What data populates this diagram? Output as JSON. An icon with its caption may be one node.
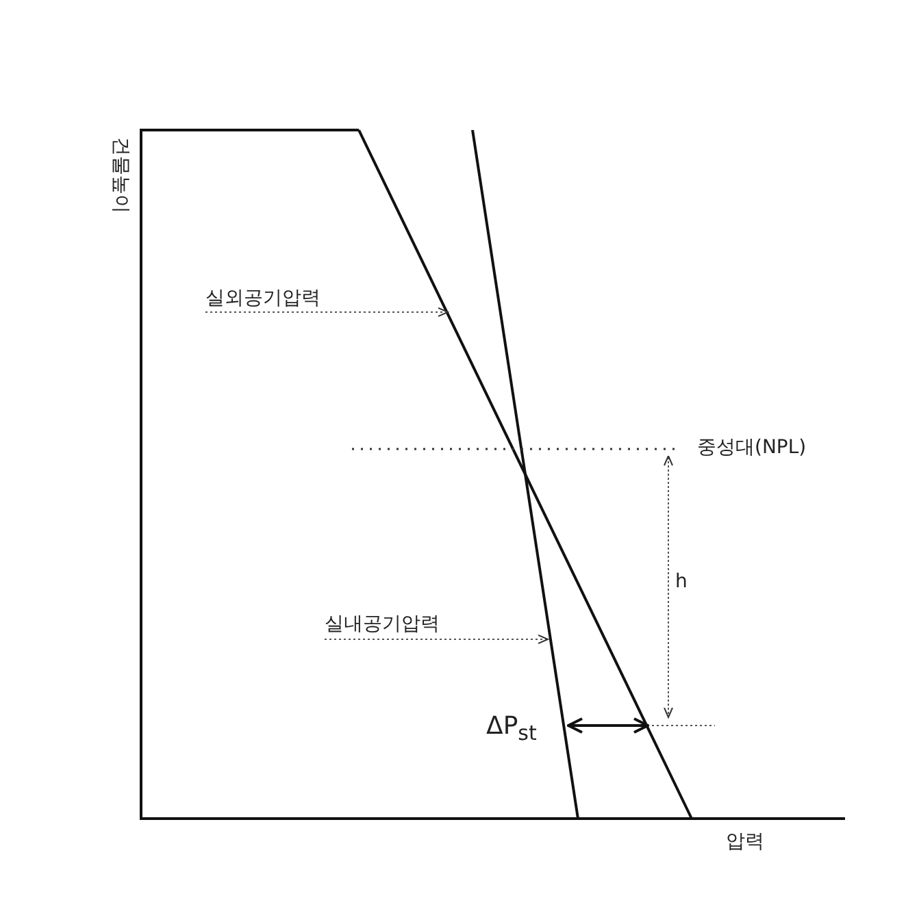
{
  "diagram": {
    "nodes": [
      {
        "text": [
          "실외공기압력"
        ]
      },
      {
        "text": [
          "실내공기압력"
        ]
      }
    ],
    "edges": [
      {
        "from": 0,
        "to": null,
        "arrow": "to",
        "style": "dashed"
      },
      {
        "from": 1,
        "to": null,
        "arrow": "to",
        "style": "dashed"
      }
    ],
    "labels": [
      "건물높이",
      "중성대(NPL)",
      "h",
      "ΔP$_{st}$",
      "압력"
    ]
  }
}
